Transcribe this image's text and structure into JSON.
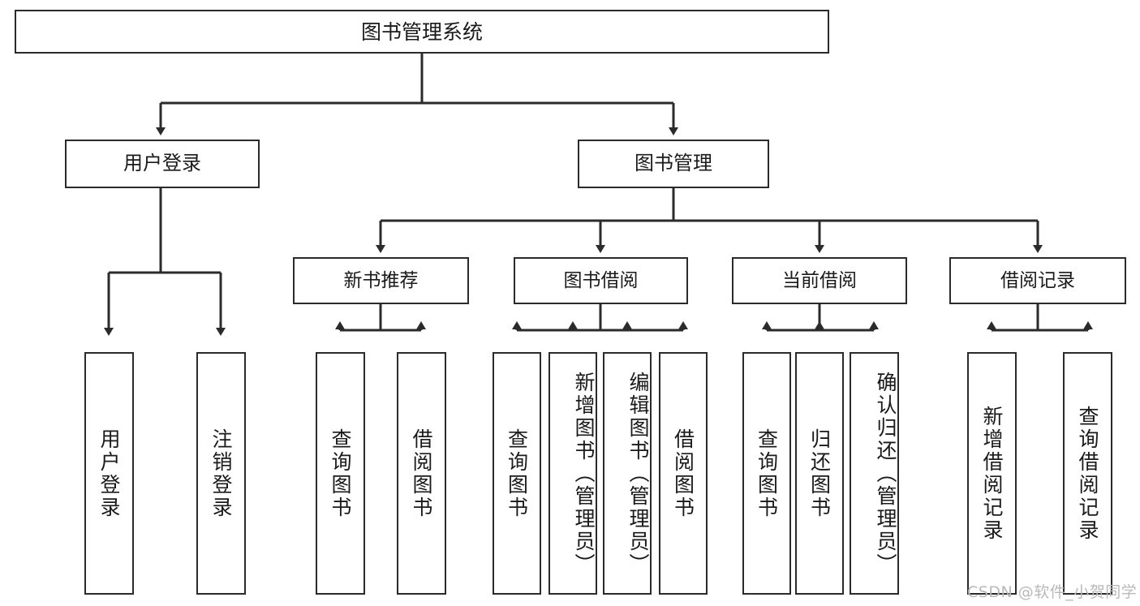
{
  "diagram": {
    "title": "图书管理系统",
    "root": {
      "id": "root",
      "label": "图书管理系统"
    },
    "level2": [
      {
        "id": "user-login",
        "label": "用户登录"
      },
      {
        "id": "book-management",
        "label": "图书管理"
      }
    ],
    "level3": [
      {
        "id": "new-book-recommend",
        "label": "新书推荐"
      },
      {
        "id": "book-borrow",
        "label": "图书借阅"
      },
      {
        "id": "current-borrow",
        "label": "当前借阅"
      },
      {
        "id": "borrow-record",
        "label": "借阅记录"
      }
    ],
    "leaves": [
      {
        "id": "leaf-user-login",
        "label": "用户登录"
      },
      {
        "id": "leaf-logout-login",
        "label": "注销登录"
      },
      {
        "id": "leaf-query-book-1",
        "label": "查询图书"
      },
      {
        "id": "leaf-borrow-book-1",
        "label": "借阅图书"
      },
      {
        "id": "leaf-query-book-2",
        "label": "查询图书"
      },
      {
        "id": "leaf-add-book-admin",
        "label": "新增图书（管理员）"
      },
      {
        "id": "leaf-edit-book-admin",
        "label": "编辑图书（管理员）"
      },
      {
        "id": "leaf-borrow-book-2",
        "label": "借阅图书"
      },
      {
        "id": "leaf-query-book-3",
        "label": "查询图书"
      },
      {
        "id": "leaf-return-book",
        "label": "归还图书"
      },
      {
        "id": "leaf-confirm-return-admin",
        "label": "确认归还（管理员）"
      },
      {
        "id": "leaf-add-borrow-record",
        "label": "新增借阅记录"
      },
      {
        "id": "leaf-query-borrow-record",
        "label": "查询借阅记录"
      }
    ],
    "watermark": "CSDN @软件_小贺同学",
    "colors": {
      "border": "#2b2b2b",
      "background": "#ffffff",
      "text": "#1a1a1a",
      "watermark": "#b9b9b9"
    }
  }
}
